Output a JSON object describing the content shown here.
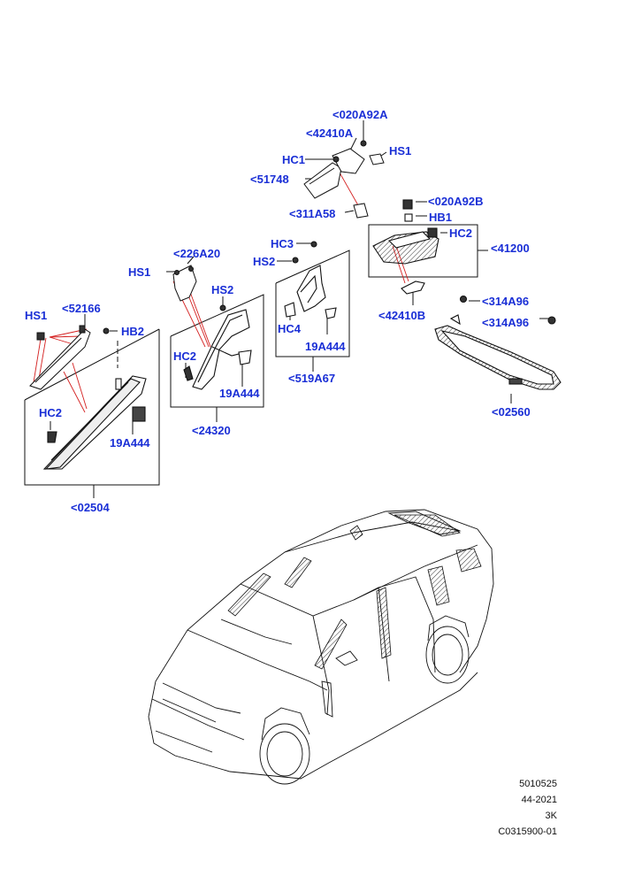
{
  "colors": {
    "callout": "#1a2fd6",
    "leader": "#d42020",
    "line": "#111111"
  },
  "diagram": {
    "labels": {
      "l_020a92a": "<020A92A",
      "l_42410a": "<42410A",
      "l_hs1_top": "HS1",
      "l_hc1": "HC1",
      "l_51748": "<51748",
      "l_311a58": "<311A58",
      "l_020a92b": "<020A92B",
      "l_hb1": "HB1",
      "l_hc2_box41200": "HC2",
      "l_41200": "<41200",
      "l_42410b": "<42410B",
      "l_314a96_a": "<314A96",
      "l_314a96_b": "<314A96",
      "l_02560": "<02560",
      "l_hc3": "HC3",
      "l_hs2_mid": "HS2",
      "l_hc4": "HC4",
      "l_19a444_mid": "19A444",
      "l_519a67": "<519A67",
      "l_226a20": "<226A20",
      "l_hs1_mid": "HS1",
      "l_hs2_left": "HS2",
      "l_hc2_box24320": "HC2",
      "l_19a444_box24320": "19A444",
      "l_24320": "<24320",
      "l_hs1_left": "HS1",
      "l_52166": "<52166",
      "l_hb2": "HB2",
      "l_hc2_box02504": "HC2",
      "l_19a444_box02504": "19A444",
      "l_02504": "<02504"
    },
    "meta": {
      "line1": "5010525",
      "line2": "44-2021",
      "line3": "3K",
      "line4": "C0315900-01"
    }
  }
}
